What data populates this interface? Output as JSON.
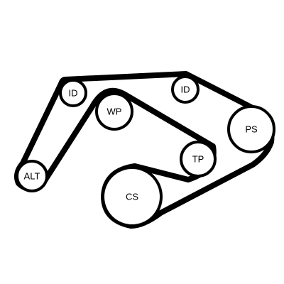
{
  "diagram": {
    "pulleys": [
      {
        "key": "idler_left",
        "label": "ID"
      },
      {
        "key": "idler_right",
        "label": "ID"
      },
      {
        "key": "water_pump",
        "label": "WP"
      },
      {
        "key": "power_steering",
        "label": "PS"
      },
      {
        "key": "tensioner",
        "label": "TP"
      },
      {
        "key": "alternator",
        "label": "ALT"
      },
      {
        "key": "crankshaft",
        "label": "CS"
      }
    ],
    "colors": {
      "belt": "#000000",
      "pulley_outline": "#000000",
      "background": "#ffffff"
    }
  }
}
